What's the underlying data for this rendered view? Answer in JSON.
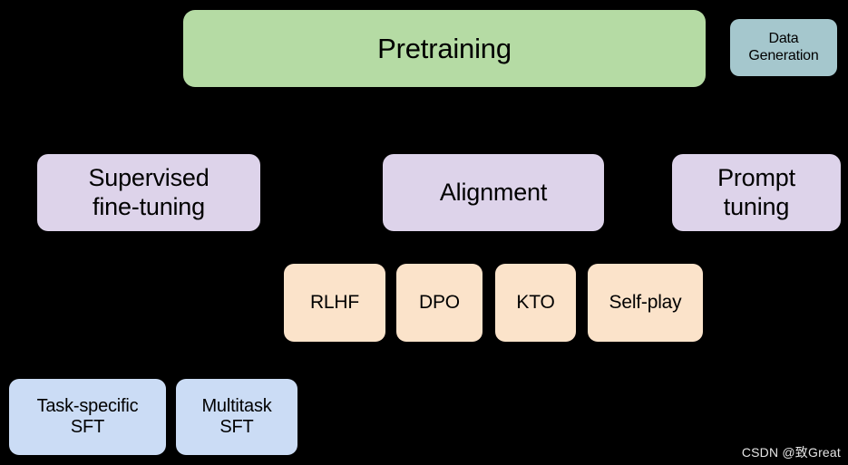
{
  "diagram": {
    "background_color": "#000000",
    "rows": {
      "pretraining_row": {
        "pretraining": {
          "label": "Pretraining",
          "color": "#b5dba4"
        },
        "data_generation": {
          "label": "Data\nGeneration",
          "color": "#a5c7cd"
        }
      },
      "tuning_row": {
        "supervised_fine_tuning": {
          "label": "Supervised\nfine-tuning",
          "color": "#ddd3ea"
        },
        "alignment": {
          "label": "Alignment",
          "color": "#ddd3ea"
        },
        "prompt_tuning": {
          "label": "Prompt\ntuning",
          "color": "#ddd3ea"
        }
      },
      "alignment_methods_row": {
        "color": "#fbe3ca",
        "items": [
          {
            "label": "RLHF"
          },
          {
            "label": "DPO"
          },
          {
            "label": "KTO"
          },
          {
            "label": "Self-play"
          }
        ]
      },
      "sft_variants_row": {
        "color": "#cbdcf5",
        "items": [
          {
            "label": "Task-specific\nSFT"
          },
          {
            "label": "Multitask\nSFT"
          }
        ]
      }
    }
  },
  "watermark": {
    "text": "CSDN @致Great"
  }
}
